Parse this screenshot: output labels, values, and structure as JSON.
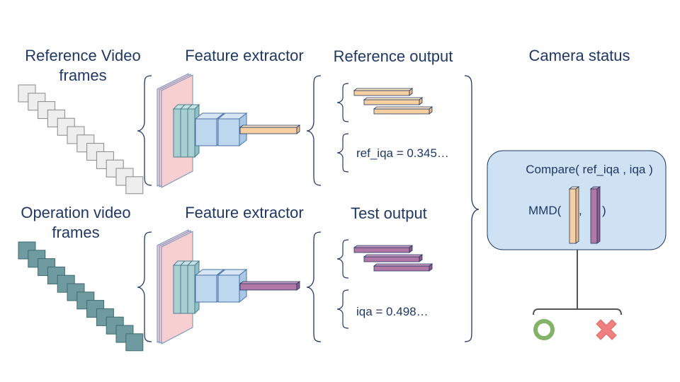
{
  "top_row": {
    "frames_title_line1": "Reference Video",
    "frames_title_line2": "frames",
    "extractor_title": "Feature extractor",
    "output_title": "Reference output",
    "metric_text": "ref_iqa = 0.345…"
  },
  "bottom_row": {
    "frames_title_line1": "Operation video",
    "frames_title_line2": "frames",
    "extractor_title": "Feature extractor",
    "output_title": "Test output",
    "metric_text": "iqa = 0.498…"
  },
  "status": {
    "title": "Camera status",
    "compare_text": "Compare( ref_iqa , iqa )",
    "mmd_open": "MMD(",
    "mmd_comma": ",",
    "mmd_close": ")",
    "pass_icon": "circle-pass-icon",
    "fail_icon": "cross-fail-icon"
  },
  "colors": {
    "text": "#1f3864",
    "reference_frame": "#eeeeee",
    "operation_frame": "#6f9ba0",
    "feature_orange": "#f8cfa0",
    "feature_purple": "#b178a6",
    "extractor_pink": "#f8cfd0",
    "extractor_blue": "#bdd7ee",
    "status_box": "#cfe2f3",
    "pass_green": "#82b366",
    "fail_red": "#f08080"
  }
}
